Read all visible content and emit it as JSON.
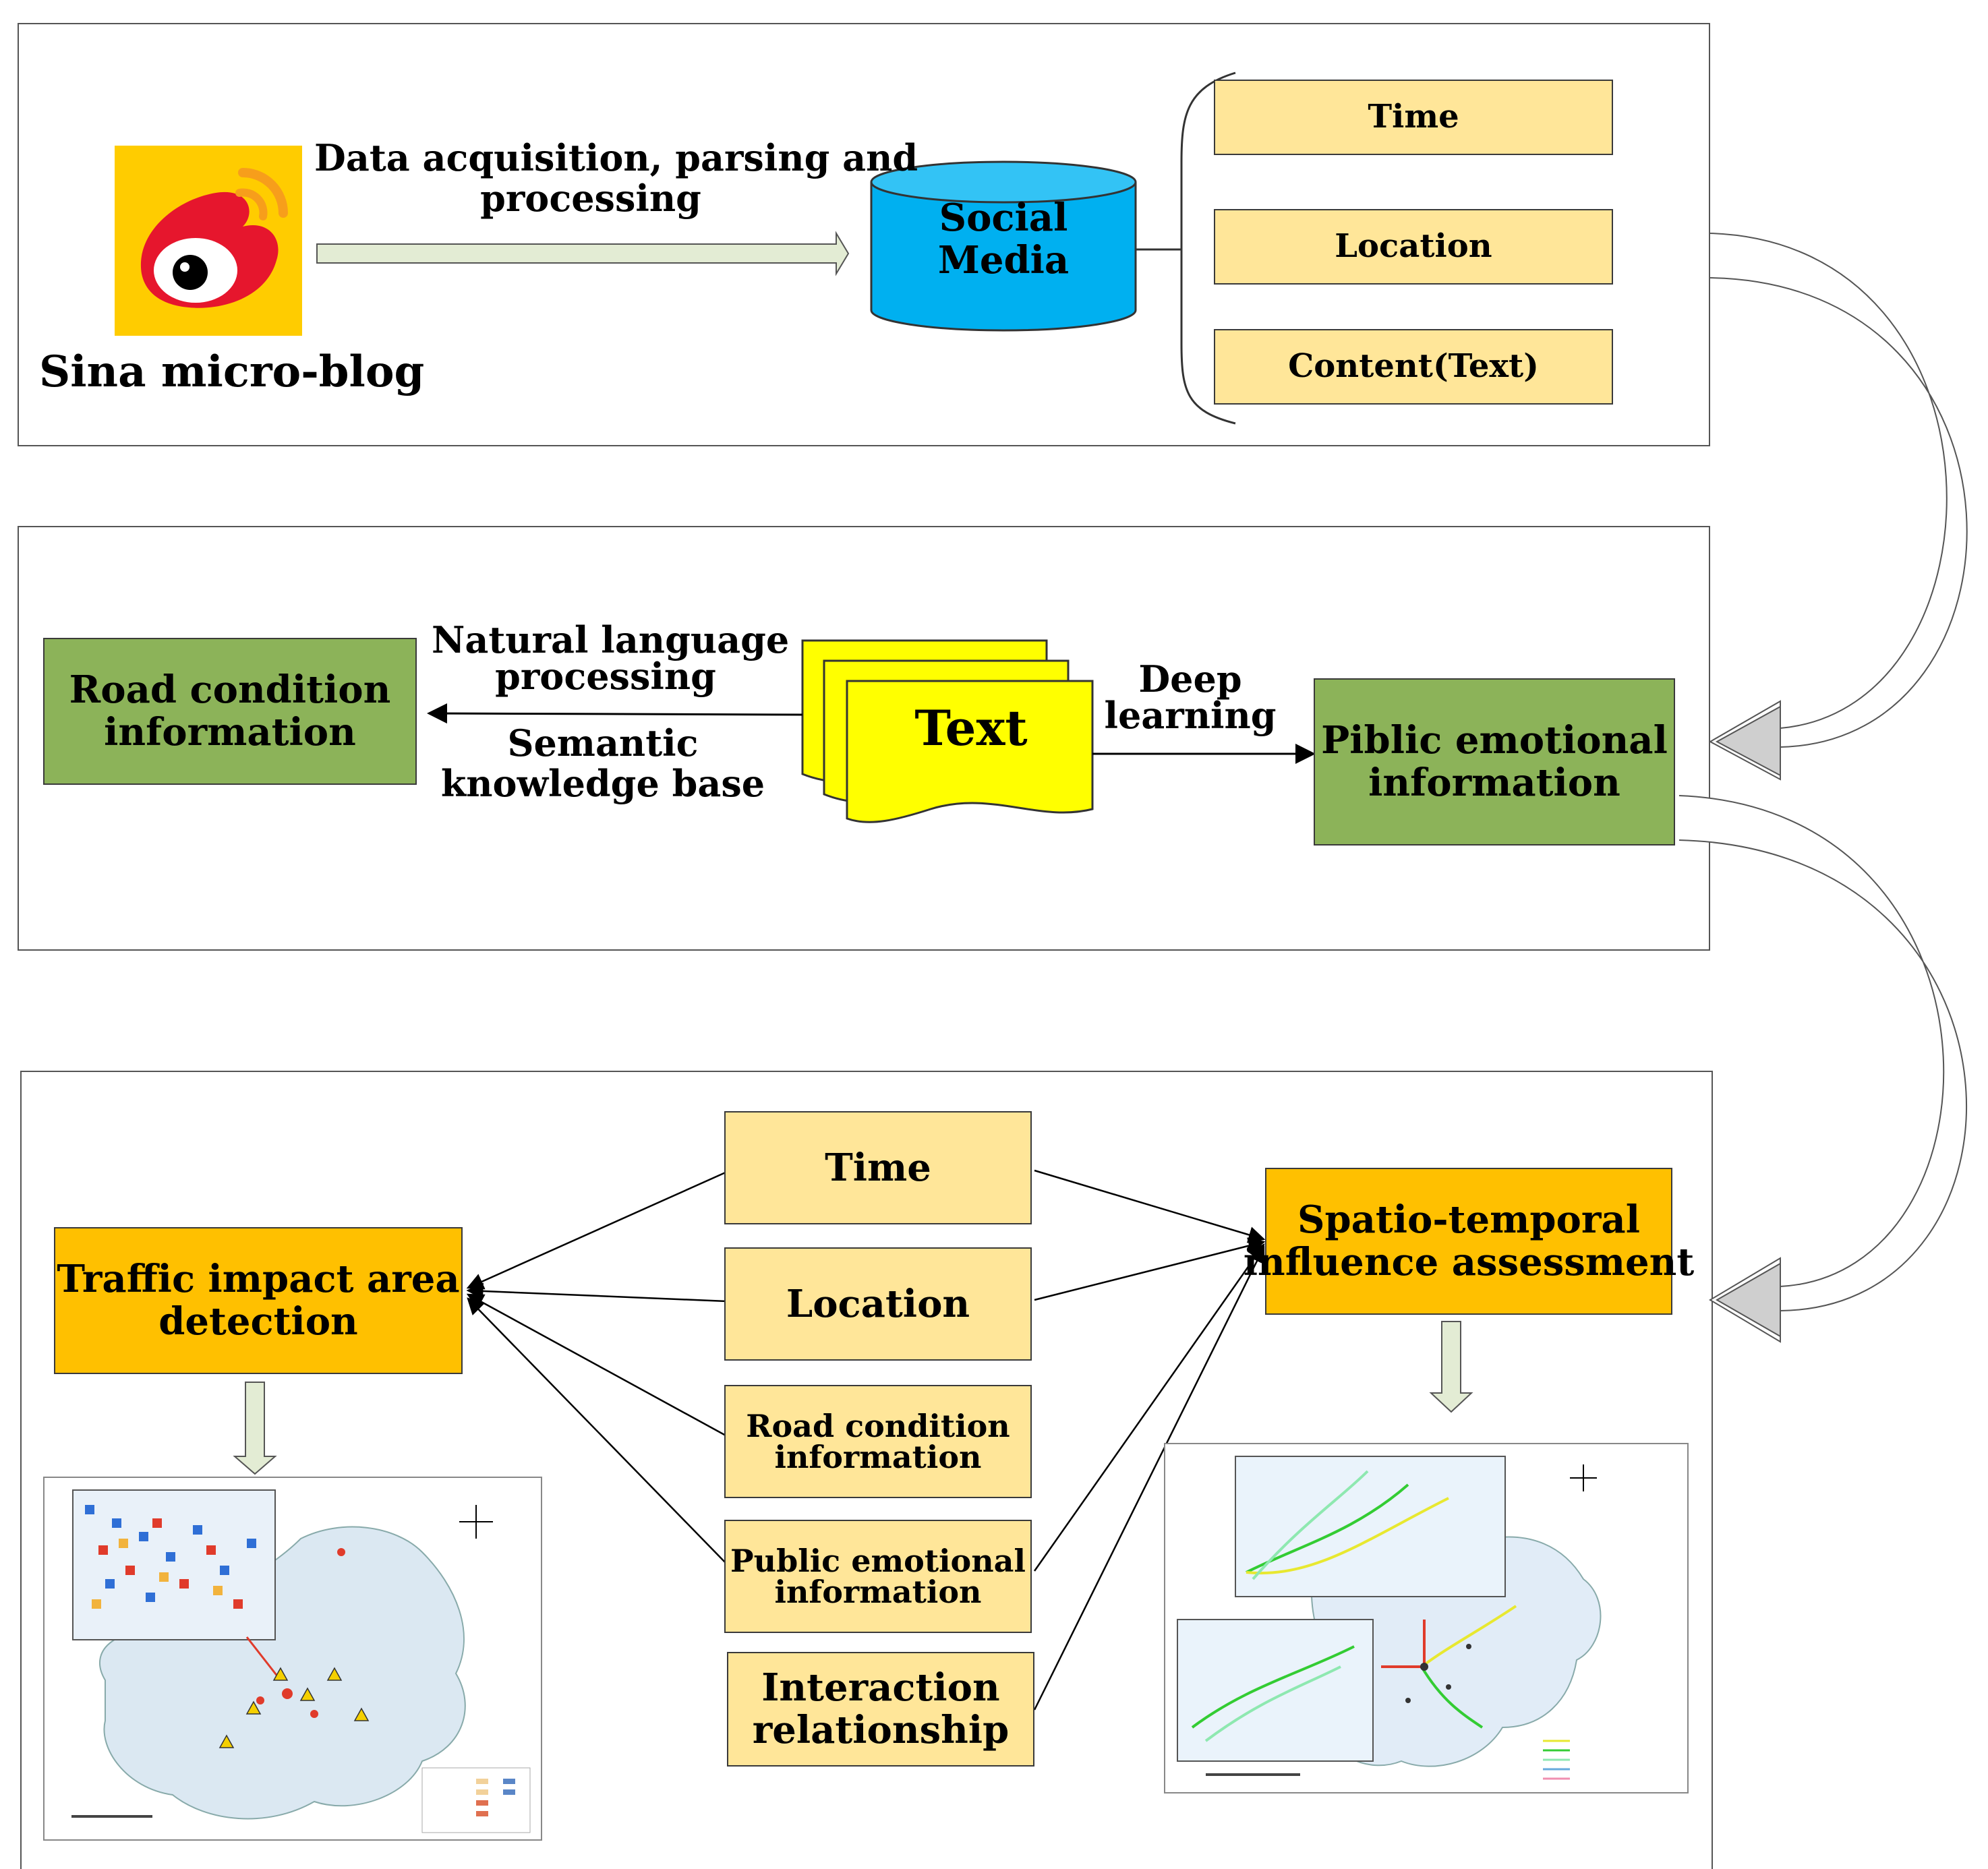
{
  "section1": {
    "logo_caption": "Sina micro-blog",
    "arrow_label": "Data acquisition, parsing and\nprocessing",
    "database_label": "Social\nMedia",
    "attributes": [
      "Time",
      "Location",
      "Content(Text)"
    ]
  },
  "section2": {
    "road_box": "Road condition\ninformation",
    "nlp_label": "Natural language\nprocessing",
    "semantic_label": "Semantic\nknowledge base",
    "text_doc": "Text",
    "deep_label": "Deep\nlearning",
    "emotion_box": "Piblic emotional\ninformation"
  },
  "section3": {
    "detection_box": "Traffic impact area\ndetection",
    "inputs": [
      "Time",
      "Location",
      "Road condition\ninformation",
      "Public emotional\ninformation",
      "Interaction\nrelationship"
    ],
    "assessment_box": "Spatio-temporal\ninfluence assessment"
  },
  "colors": {
    "peach": "#ffe699",
    "green": "#8cb359",
    "orange": "#ffc000",
    "cyan": "#00b0f0",
    "yellow_doc": "#ffff00",
    "logo_bg": "#ffcc00",
    "logo_red": "#e6162d"
  },
  "icons": [
    "weibo-logo-icon",
    "compass-north-icon"
  ]
}
